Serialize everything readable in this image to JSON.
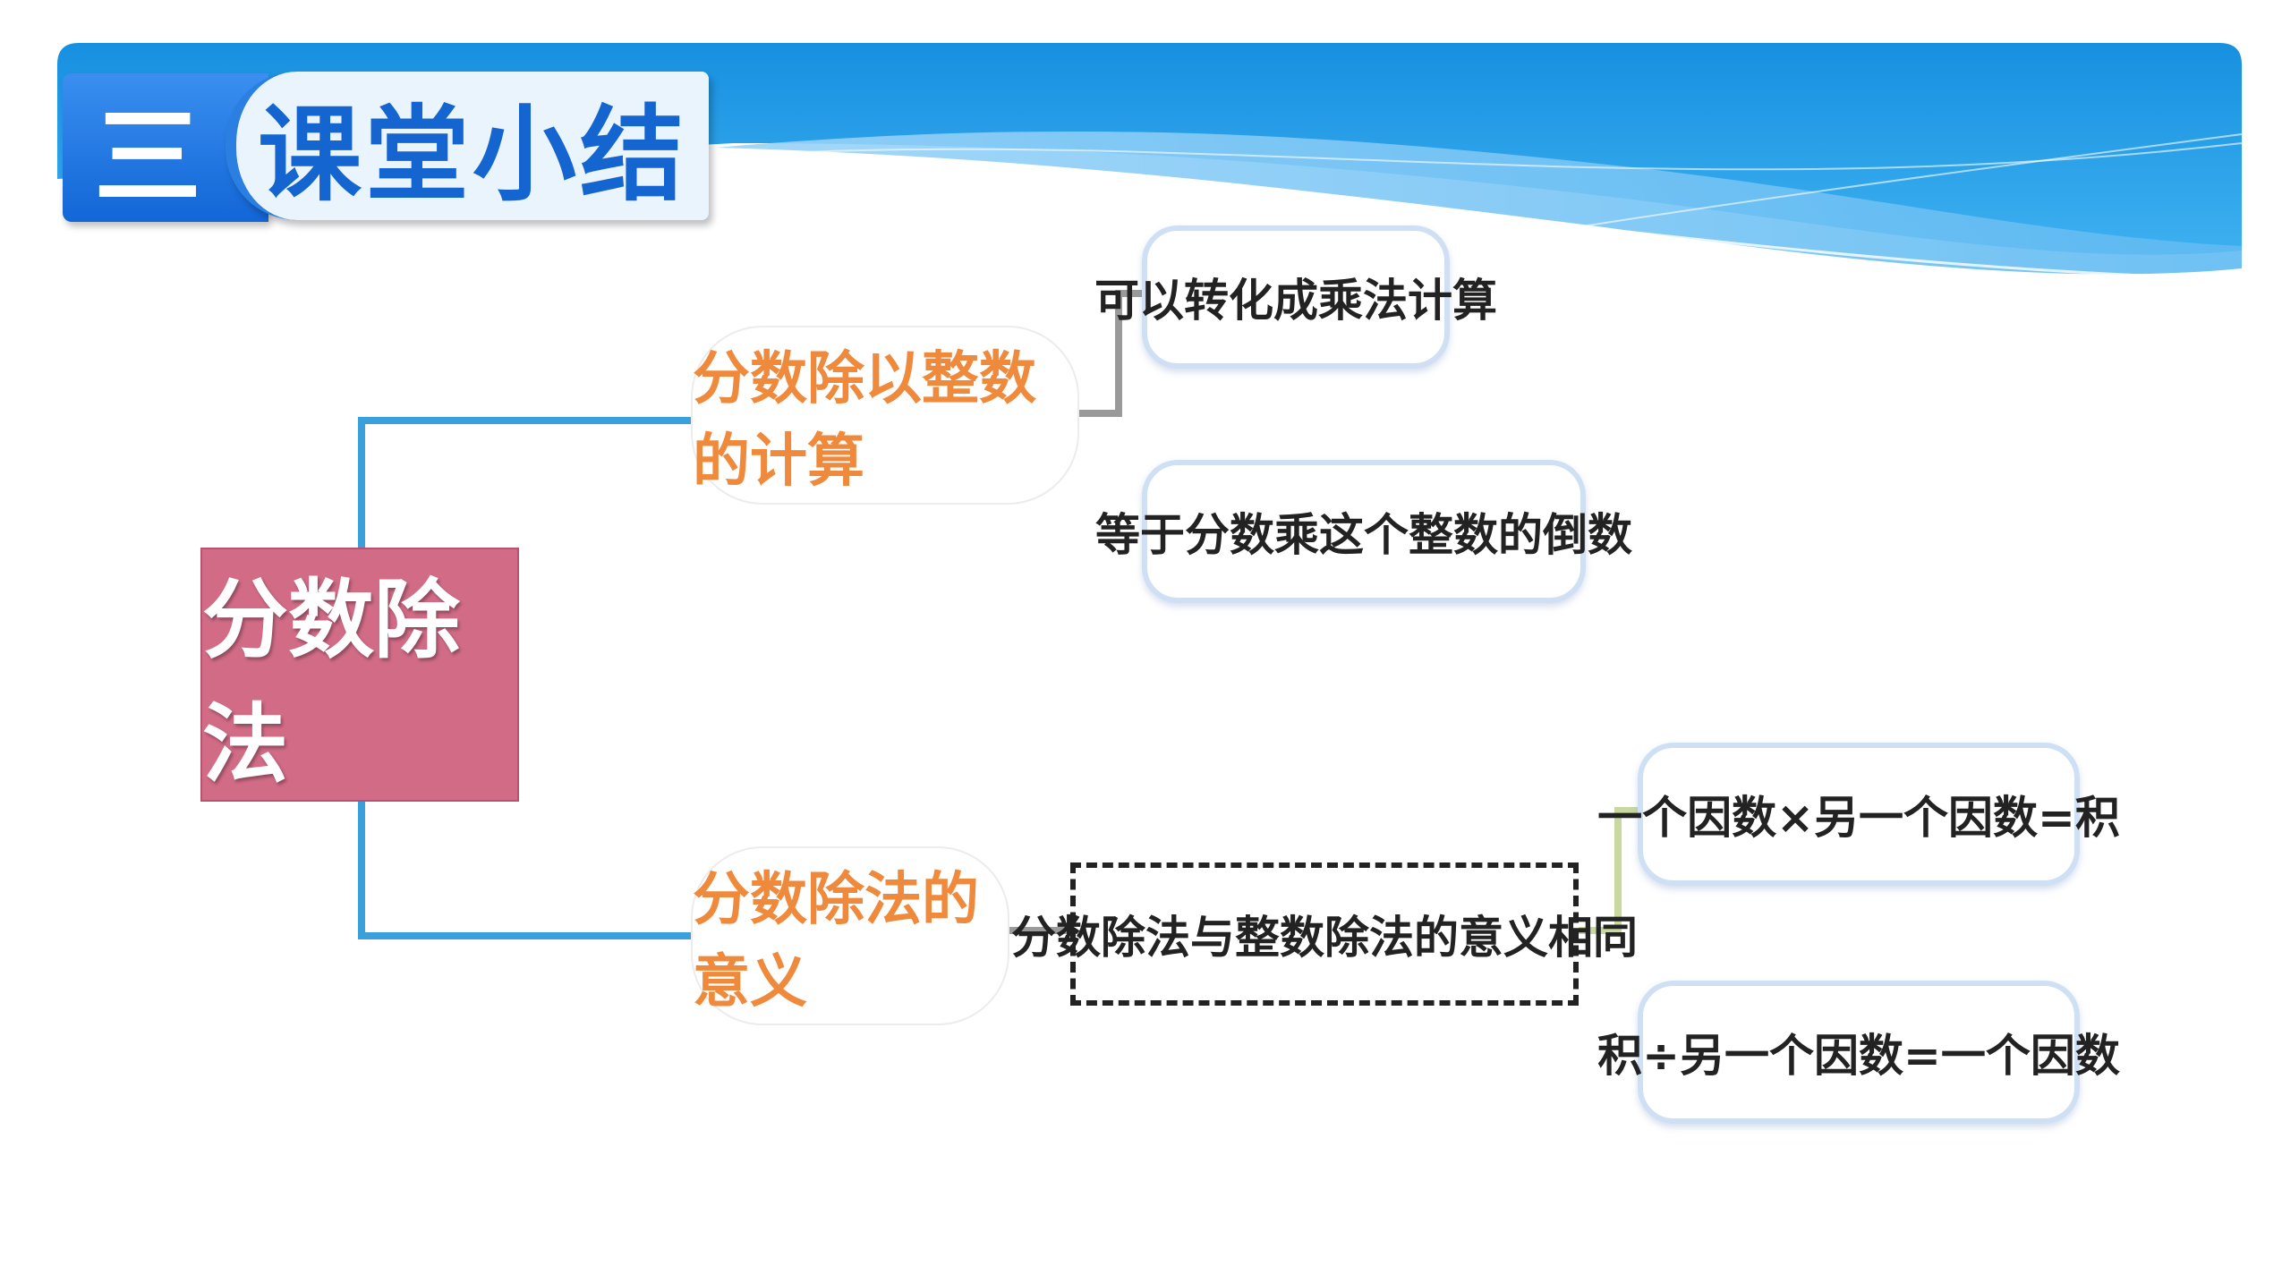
{
  "header": {
    "section_number": "三",
    "section_title": "课堂小结"
  },
  "mindmap": {
    "root": "分数除法",
    "branches": [
      {
        "label": "分数除以整数的计算",
        "children": [
          "可以转化成乘法计算",
          "等于分数乘这个整数的倒数"
        ]
      },
      {
        "label": "分数除法的意义",
        "middle": "分数除法与整数除法的意义相同",
        "children": [
          "一个因数×另一个因数=积",
          "积÷另一个因数=一个因数"
        ]
      }
    ]
  },
  "colors": {
    "banner_blue": "#1a8fe0",
    "section_blue": "#1565d0",
    "root_fill": "#d16b86",
    "branch_text": "#ef8a3c",
    "connector_blue": "#3aa0dc",
    "connector_gray": "#9a9a9a",
    "connector_green": "#c9d7a0",
    "leaf_border": "#cfe0f5"
  }
}
